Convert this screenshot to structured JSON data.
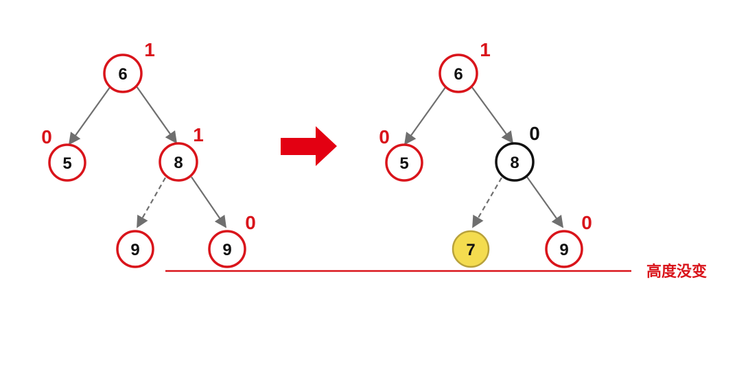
{
  "colors": {
    "node_border": "#d9141b",
    "highlight_border": "#111111",
    "inserted_fill": "#f4dc4f",
    "inserted_border": "#b8a13a",
    "edge": "#6f6f6f",
    "factor_red": "#d9141b",
    "factor_black": "#111111",
    "arrow": "#e30012",
    "baseline": "#d9141b"
  },
  "left_tree": {
    "nodes": [
      {
        "key": "root",
        "value": "6",
        "factor": "1"
      },
      {
        "key": "left",
        "value": "5",
        "factor": "0"
      },
      {
        "key": "right",
        "value": "8",
        "factor": "1"
      },
      {
        "key": "right_left",
        "value": "9"
      },
      {
        "key": "right_right",
        "value": "9",
        "factor": "0"
      }
    ]
  },
  "right_tree": {
    "nodes": [
      {
        "key": "root",
        "value": "6",
        "factor": "1"
      },
      {
        "key": "left",
        "value": "5",
        "factor": "0"
      },
      {
        "key": "right",
        "value": "8",
        "factor": "0"
      },
      {
        "key": "right_left",
        "value": "7"
      },
      {
        "key": "right_right",
        "value": "9",
        "factor": "0"
      }
    ]
  },
  "transition_arrow": {
    "icon": "right-arrow-icon"
  },
  "caption": "高度没变"
}
